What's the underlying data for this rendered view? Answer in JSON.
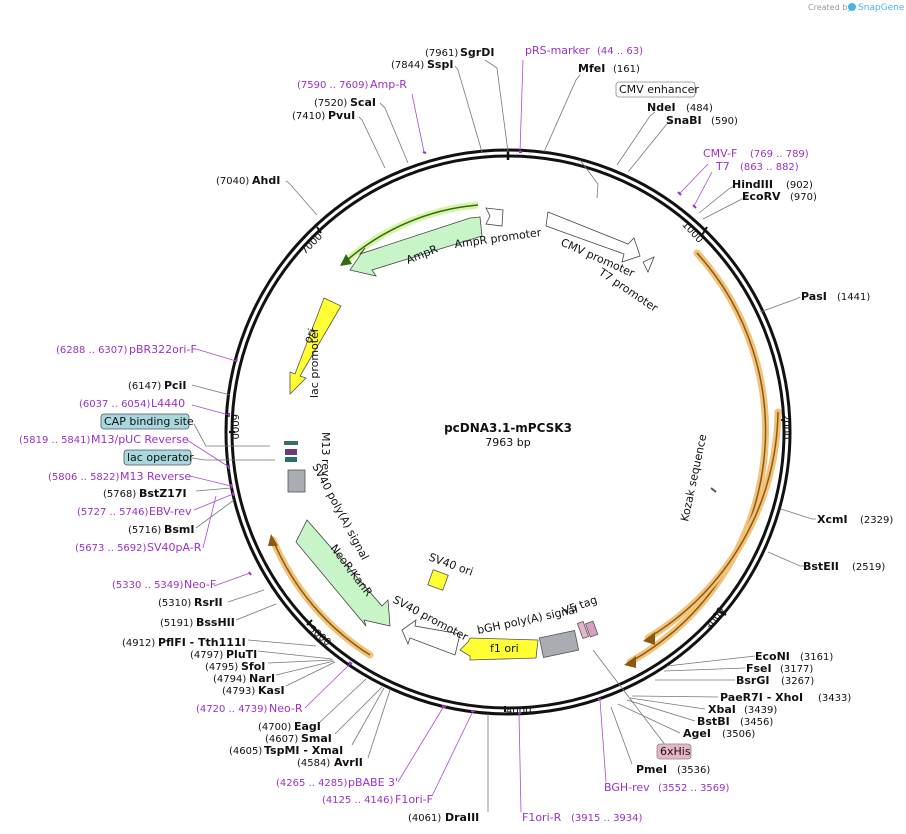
{
  "header": {
    "credit": "Created by",
    "brand": "SnapGene"
  },
  "plasmid": {
    "name": "pcDNA3.1-mPCSK3",
    "size": "7963 bp"
  },
  "ticks": [
    "1000",
    "2000",
    "3000",
    "4000",
    "5000",
    "6000",
    "7000"
  ],
  "sites": [
    {
      "name": "SgrDI",
      "pos": "(7961)"
    },
    {
      "name": "SspI",
      "pos": "(7844)"
    },
    {
      "name": "ScaI",
      "pos": "(7520)"
    },
    {
      "name": "PvuI",
      "pos": "(7410)"
    },
    {
      "name": "AhdI",
      "pos": "(7040)"
    },
    {
      "name": "MfeI",
      "pos": "(161)"
    },
    {
      "name": "NdeI",
      "pos": "(484)"
    },
    {
      "name": "SnaBI",
      "pos": "(590)"
    },
    {
      "name": "HindIII",
      "pos": "(902)"
    },
    {
      "name": "EcoRV",
      "pos": "(970)"
    },
    {
      "name": "PasI",
      "pos": "(1441)"
    },
    {
      "name": "XcmI",
      "pos": "(2329)"
    },
    {
      "name": "BstEII",
      "pos": "(2519)"
    },
    {
      "name": "EcoNI",
      "pos": "(3161)"
    },
    {
      "name": "FseI",
      "pos": "(3177)"
    },
    {
      "name": "BsrGI",
      "pos": "(3267)"
    },
    {
      "name": "PaeR7I - XhoI",
      "pos": "(3433)"
    },
    {
      "name": "XbaI",
      "pos": "(3439)"
    },
    {
      "name": "BstBI",
      "pos": "(3456)"
    },
    {
      "name": "AgeI",
      "pos": "(3506)"
    },
    {
      "name": "PmeI",
      "pos": "(3536)"
    },
    {
      "name": "DraIII",
      "pos": "(4061)"
    },
    {
      "name": "AvrII",
      "pos": "(4584)"
    },
    {
      "name": "TspMI - XmaI",
      "pos": "(4605)"
    },
    {
      "name": "SmaI",
      "pos": "(4607)"
    },
    {
      "name": "EagI",
      "pos": "(4700)"
    },
    {
      "name": "KasI",
      "pos": "(4793)"
    },
    {
      "name": "NarI",
      "pos": "(4794)"
    },
    {
      "name": "SfoI",
      "pos": "(4795)"
    },
    {
      "name": "PluTI",
      "pos": "(4797)"
    },
    {
      "name": "PflFI - Tth111I",
      "pos": "(4912)"
    },
    {
      "name": "BssHII",
      "pos": "(5191)"
    },
    {
      "name": "RsrII",
      "pos": "(5310)"
    },
    {
      "name": "BsmI",
      "pos": "(5716)"
    },
    {
      "name": "BstZ17I",
      "pos": "(5768)"
    },
    {
      "name": "PciI",
      "pos": "(6147)"
    }
  ],
  "primers": [
    {
      "name": "pRS-marker",
      "range": "(44 .. 63)"
    },
    {
      "name": "Amp-R",
      "range": "(7590 .. 7609)"
    },
    {
      "name": "CMV-F",
      "range": "(769 .. 789)"
    },
    {
      "name": "T7",
      "range": "(863 .. 882)"
    },
    {
      "name": "pBR322ori-F",
      "range": "(6288 .. 6307)"
    },
    {
      "name": "L4440",
      "range": "(6037 .. 6054)"
    },
    {
      "name": "M13/pUC Reverse",
      "range": "(5819 .. 5841)"
    },
    {
      "name": "M13 Reverse",
      "range": "(5806 .. 5822)"
    },
    {
      "name": "EBV-rev",
      "range": "(5727 .. 5746)"
    },
    {
      "name": "SV40pA-R",
      "range": "(5673 .. 5692)"
    },
    {
      "name": "Neo-F",
      "range": "(5330 .. 5349)"
    },
    {
      "name": "Neo-R",
      "range": "(4720 .. 4739)"
    },
    {
      "name": "pBABE 3'",
      "range": "(4265 .. 4285)"
    },
    {
      "name": "F1ori-F",
      "range": "(4125 .. 4146)"
    },
    {
      "name": "F1ori-R",
      "range": "(3915 .. 3934)"
    },
    {
      "name": "BGH-rev",
      "range": "(3552 .. 3569)"
    }
  ],
  "boxed": {
    "cmv_enhancer": "CMV enhancer",
    "cap_site": "CAP binding site",
    "lac_operator": "lac operator",
    "his": "6xHis"
  },
  "features": {
    "amp_promoter": "AmpR promoter",
    "ampr": "AmpR",
    "cmv_promoter": "CMV promoter",
    "t7_promoter": "T7 promoter",
    "ori": "ori",
    "lac_promoter": "lac promoter",
    "m13_rev": "M13 rev",
    "sv40_polya": "SV40 poly(A) signal",
    "kozak": "Kozak sequence",
    "sv40_ori": "SV40 ori",
    "neor": "NeoR/KanR",
    "sv40_promoter": "SV40 promoter",
    "f1_ori": "f1 ori",
    "bgh": "bGH poly(A) signal",
    "v5": "V5 tag"
  },
  "colors": {
    "backbone": "#111111",
    "primer": "#9b30c8",
    "orange": "#f0b050",
    "green": "#c8f5c8",
    "yellow": "#ffff00",
    "cap": "#a8d8de",
    "his": "#e8b4c8"
  }
}
